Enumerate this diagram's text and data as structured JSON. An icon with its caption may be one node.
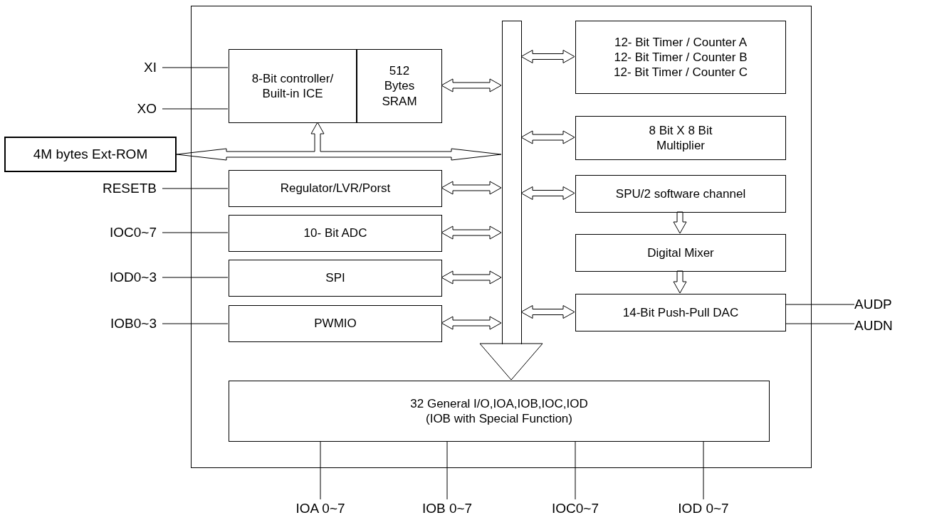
{
  "diagram": {
    "nodes": [
      {
        "text": [],
        "shape": "box"
      },
      {
        "text": [],
        "shape": "bar",
        "in": 0
      },
      {
        "text": [
          "8-Bit controller/ Built-in ICE"
        ],
        "in": 0
      },
      {
        "text": [
          "512 Bytes SRAM"
        ],
        "in": 0
      },
      {
        "text": [
          "4M bytes Ext-ROM"
        ]
      },
      {
        "text": [
          "Regulator/LVR/Porst"
        ],
        "in": 0
      },
      {
        "text": [
          "10- Bit ADC"
        ],
        "in": 0
      },
      {
        "text": [
          "SPI"
        ],
        "in": 0
      },
      {
        "text": [
          "PWMIO"
        ],
        "in": 0
      },
      {
        "text": [
          "12- Bit Timer / Counter A",
          "12- Bit Timer / Counter B",
          "12- Bit Timer / Counter C"
        ],
        "in": 0
      },
      {
        "text": [
          "8 Bit X 8 Bit Multiplier"
        ],
        "in": 0
      },
      {
        "text": [
          "SPU/2 software channel"
        ],
        "in": 0
      },
      {
        "text": [
          "Digital Mixer"
        ],
        "in": 0
      },
      {
        "text": [
          "14-Bit Push-Pull DAC"
        ],
        "in": 0
      },
      {
        "text": [
          "32 General I/O,IOA,IOB,IOC,IOD",
          "(IOB with Special Function)"
        ],
        "in": 0
      },
      {
        "text": [
          "XI"
        ]
      },
      {
        "text": [
          "XO"
        ]
      },
      {
        "text": [
          "RESETB"
        ]
      },
      {
        "text": [
          "IOC0~7"
        ]
      },
      {
        "text": [
          "IOD0~3"
        ]
      },
      {
        "text": [
          "IOB0~3"
        ]
      },
      {
        "text": [
          "AUDP"
        ]
      },
      {
        "text": [
          "AUDN"
        ]
      },
      {
        "text": [
          "IOA 0~7"
        ]
      },
      {
        "text": [
          "IOB 0~7"
        ]
      },
      {
        "text": [
          "IOC0~7"
        ]
      },
      {
        "text": [
          "IOD 0~7"
        ]
      }
    ],
    "edges": [
      {
        "from": 15,
        "to": 2,
        "arrow": "none"
      },
      {
        "from": 16,
        "to": 2,
        "arrow": "none"
      },
      {
        "from": 17,
        "to": 5,
        "arrow": "none"
      },
      {
        "from": 18,
        "to": 6,
        "arrow": "none"
      },
      {
        "from": 19,
        "to": 7,
        "arrow": "none"
      },
      {
        "from": 20,
        "to": 8,
        "arrow": "none"
      },
      {
        "from": 3,
        "to": 1,
        "arrow": "both"
      },
      {
        "from": 4,
        "to": 1,
        "arrow": "both"
      },
      {
        "from": 4,
        "to": 2,
        "arrow": "both"
      },
      {
        "from": 5,
        "to": 1,
        "arrow": "both"
      },
      {
        "from": 6,
        "to": 1,
        "arrow": "both"
      },
      {
        "from": 7,
        "to": 1,
        "arrow": "both"
      },
      {
        "from": 8,
        "to": 1,
        "arrow": "both"
      },
      {
        "from": 1,
        "to": 9,
        "arrow": "both"
      },
      {
        "from": 1,
        "to": 10,
        "arrow": "both"
      },
      {
        "from": 1,
        "to": 11,
        "arrow": "both"
      },
      {
        "from": 11,
        "to": 12,
        "arrow": "to"
      },
      {
        "from": 12,
        "to": 13,
        "arrow": "to"
      },
      {
        "from": 1,
        "to": 13,
        "arrow": "both"
      },
      {
        "from": 13,
        "to": 21,
        "arrow": "none"
      },
      {
        "from": 13,
        "to": 22,
        "arrow": "none"
      },
      {
        "from": 1,
        "to": 14,
        "arrow": "to",
        "style": "thick"
      },
      {
        "from": 14,
        "to": 23,
        "arrow": "none"
      },
      {
        "from": 14,
        "to": 24,
        "arrow": "none"
      },
      {
        "from": 14,
        "to": 25,
        "arrow": "none"
      },
      {
        "from": 14,
        "to": 26,
        "arrow": "none"
      }
    ]
  }
}
